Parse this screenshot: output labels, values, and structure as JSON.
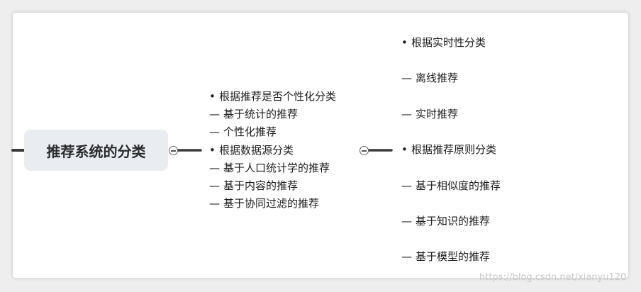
{
  "root": {
    "label": "推荐系统的分类"
  },
  "middle_topic": {
    "lines": [
      {
        "marker": "•",
        "text": "根据推荐是否个性化分类"
      },
      {
        "marker": "—",
        "text": "基于统计的推荐"
      },
      {
        "marker": "—",
        "text": "个性化推荐"
      },
      {
        "marker": "•",
        "text": "根据数据源分类"
      },
      {
        "marker": "—",
        "text": "基于人口统计学的推荐"
      },
      {
        "marker": "—",
        "text": "基于内容的推荐"
      },
      {
        "marker": "—",
        "text": "基于协同过滤的推荐"
      }
    ]
  },
  "right_topic": {
    "lines": [
      {
        "marker": "•",
        "text": "根据实时性分类"
      },
      {
        "marker": "—",
        "text": "离线推荐"
      },
      {
        "marker": "—",
        "text": "实时推荐"
      },
      {
        "marker": "•",
        "text": "根据推荐原则分类"
      },
      {
        "marker": "—",
        "text": "基于相似度的推荐"
      },
      {
        "marker": "—",
        "text": "基于知识的推荐"
      },
      {
        "marker": "—",
        "text": "基于模型的推荐"
      }
    ]
  },
  "watermark": "https://blog.csdn.net/xianyu120",
  "colors": {
    "root_fill": "#e9edf2",
    "connector": "#3a3a3a",
    "text": "#1c1c1c"
  }
}
